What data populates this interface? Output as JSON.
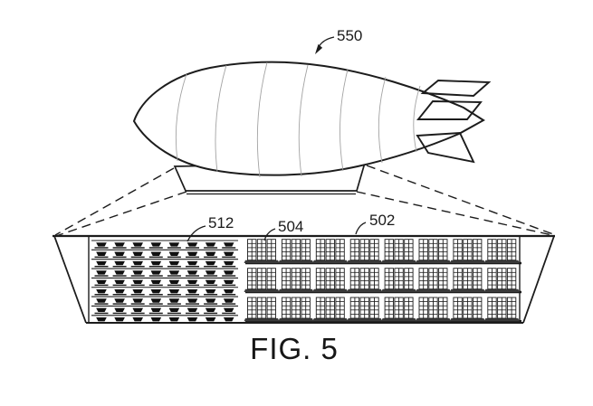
{
  "figure": {
    "caption": "FIG. 5"
  },
  "callouts": {
    "airship": "550",
    "pallet_storage": "512",
    "shelving_unit": "504",
    "inventory_storage_area": "502"
  },
  "detail": {
    "pallet_section": {
      "rows": 9,
      "pallets_per_row": 8
    },
    "shelf_section": {
      "rows": 3,
      "units_per_row": 8,
      "unit_column_groups": 3,
      "unit_cell_rows": 5
    }
  },
  "colors": {
    "line": "#1c1c1c",
    "seam": "#a3a3a3",
    "fill_black": "#111111",
    "shelf_base": "#3a3a3a",
    "background": "#ffffff"
  }
}
